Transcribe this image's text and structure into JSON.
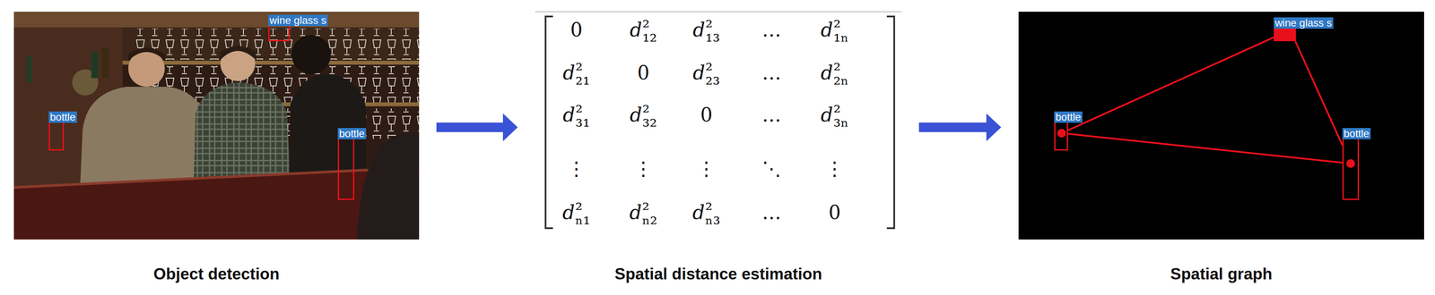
{
  "diagram": {
    "nodes": [
      {
        "text": [
          "Object detection"
        ]
      },
      {
        "text": [
          "wine glass s"
        ],
        "in": 0
      },
      {
        "text": [
          "bottle"
        ],
        "in": 0
      },
      {
        "text": [
          "bottle"
        ],
        "in": 0
      },
      {
        "text": [
          "Spatial distance estimation"
        ]
      },
      {
        "text": [
          "Spatial graph"
        ]
      },
      {
        "text": [
          "wine glass s"
        ],
        "in": 5
      },
      {
        "text": [
          "bottle"
        ],
        "in": 5
      },
      {
        "text": [
          "bottle"
        ],
        "in": 5
      }
    ],
    "edges": [
      {
        "from": 0,
        "to": 4,
        "arrow": "to"
      },
      {
        "from": 4,
        "to": 5,
        "arrow": "to"
      },
      {
        "from": 6,
        "to": 7,
        "arrow": "none"
      },
      {
        "from": 6,
        "to": 8,
        "arrow": "none"
      },
      {
        "from": 7,
        "to": 8,
        "arrow": "none"
      }
    ],
    "labels": [
      "0",
      "d²₁₂",
      "d²₁₃",
      "…",
      "d²₁ₙ",
      "d²₂₁",
      "0",
      "d²₂₃",
      "…",
      "d²₂ₙ",
      "d²₃₁",
      "d²₃₂",
      "0",
      "…",
      "d²₃ₙ",
      "⋮",
      "⋮",
      "⋮",
      "⋱",
      "⋮",
      "d²ₙ₁",
      "d²ₙ₂",
      "d²ₙ₃",
      "…",
      "0"
    ]
  }
}
